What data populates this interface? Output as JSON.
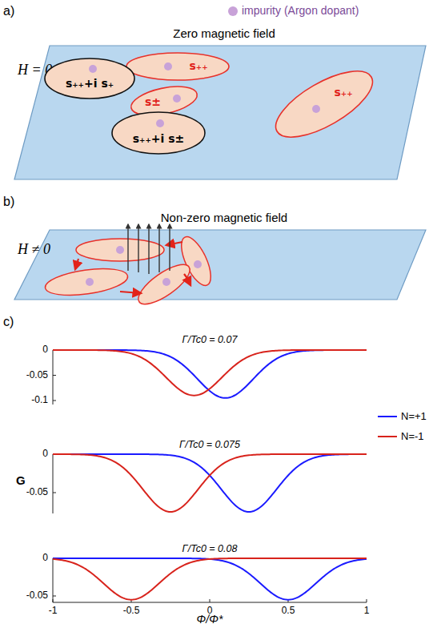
{
  "diagram": {
    "nodes": [
      {
        "text": [
          "s₊₊"
        ]
      },
      {
        "text": [
          "s₊₊+i s₊"
        ]
      },
      {
        "text": [
          "s±"
        ]
      },
      {
        "text": [
          "s₊₊"
        ]
      },
      {
        "text": [
          "s₊₊+i s±"
        ]
      }
    ],
    "labels": [
      "a)",
      "Zero magnetic field",
      "H = 0",
      "b)",
      "Non-zero magnetic field",
      "H ≠ 0",
      "c)",
      "Γ/Tc0 = 0.07",
      "0",
      "-0.05",
      "-0.1",
      "Γ/Tc0 = 0.075",
      "0",
      "-0.05",
      "G",
      "Γ/Tc0 = 0.08",
      "0",
      "-0.05",
      "-1",
      "-0.5",
      "0",
      "0.5",
      "1",
      "Φ/Φ*"
    ],
    "legend": [
      {
        "text": "impurity (Argon dopant)",
        "color": "#c8a2d8"
      },
      {
        "text": "N=+1"
      },
      {
        "text": "N=-1"
      }
    ]
  }
}
